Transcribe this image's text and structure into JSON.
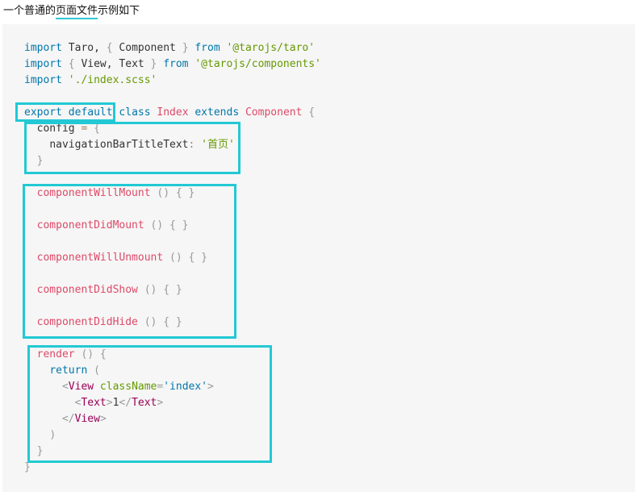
{
  "intro": {
    "before": "一个普通的",
    "highlight": "页面文件",
    "after": "示例如下"
  },
  "code": {
    "l1": {
      "kw1": "import",
      "a": " Taro, ",
      "b": "{",
      "c": " Component ",
      "d": "}",
      "kw2": " from ",
      "str": "'@tarojs/taro'"
    },
    "l2": {
      "kw1": "import",
      "b": " {",
      "c": " View, Text ",
      "d": "}",
      "kw2": " from ",
      "str": "'@tarojs/components'"
    },
    "l3": {
      "kw1": "import",
      "str": " './index.scss'"
    },
    "l5": {
      "kw1": "export",
      "kw2": "default",
      "kw3": "class",
      "cls": "Index",
      "kw4": "extends",
      "cls2": "Component",
      "brace": "{"
    },
    "l6": {
      "prop": "config",
      "op": " = ",
      "brace": "{"
    },
    "l7": {
      "prop": "navigationBarTitleText",
      "colon": ":",
      "str": "'首页'"
    },
    "l8": {
      "brace": "}"
    },
    "l10": {
      "fn": "componentWillMount",
      "punc": " () { }"
    },
    "l12": {
      "fn": "componentDidMount",
      "punc": " () { }"
    },
    "l14": {
      "fn": "componentWillUnmount",
      "punc": " () { }"
    },
    "l16": {
      "fn": "componentDidShow",
      "punc": " () { }"
    },
    "l18": {
      "fn": "componentDidHide",
      "punc": " () { }"
    },
    "l20": {
      "fn": "render",
      "punc": " () {"
    },
    "l21": {
      "kw": "return",
      "punc": " ("
    },
    "l22": {
      "open": "<",
      "tag": "View",
      "attr": " className",
      "eq": "=",
      "str": "'index'",
      "close": ">"
    },
    "l23": {
      "open": "<",
      "tag": "Text",
      "close": ">",
      "text": "1",
      "open2": "</",
      "tag2": "Text",
      "close2": ">"
    },
    "l24": {
      "open": "</",
      "tag": "View",
      "close": ">"
    },
    "l25": {
      "punc": ")"
    },
    "l26": {
      "punc": "}"
    },
    "l27": {
      "punc": "}"
    }
  }
}
